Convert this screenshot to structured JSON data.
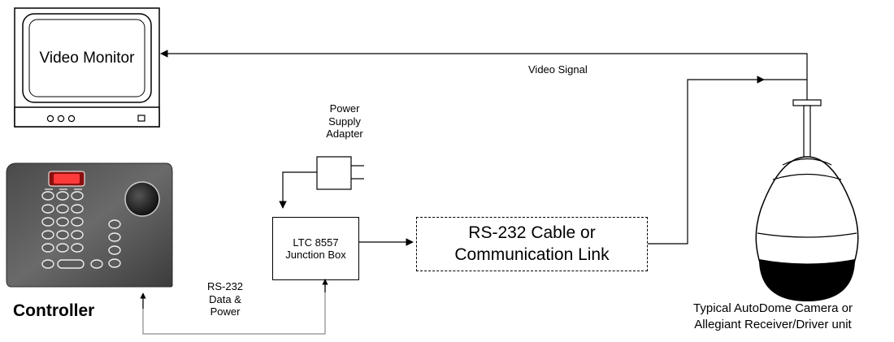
{
  "colors": {
    "line": "#000000",
    "gray_line": "#8a8a8a",
    "controller_body": "#5c5c5c",
    "controller_led": "#e03030"
  },
  "labels": {
    "video_monitor": "Video Monitor",
    "video_signal": "Video Signal",
    "power_supply": "Power\nSupply\nAdapter",
    "junction_box": "LTC 8557\nJunction Box",
    "rs232_cable": "RS-232 Cable or\nCommunication Link",
    "rs232_data": "RS-232\nData &\nPower",
    "controller": "Controller",
    "camera": "Typical AutoDome Camera or\nAllegiant Receiver/Driver unit"
  },
  "icons": [
    "video-monitor-icon",
    "controller-icon",
    "power-adapter-icon",
    "camera-dome-icon"
  ]
}
